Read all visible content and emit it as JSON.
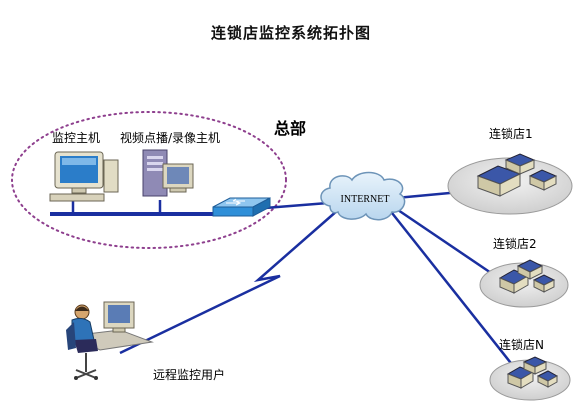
{
  "title": "连锁店监控系统拓扑图",
  "headquarters": {
    "label": "总部",
    "monitor_host": "监控主机",
    "video_host": "视频点播/录像主机"
  },
  "internet": {
    "label": "INTERNET"
  },
  "stores": [
    {
      "label": "连锁店1"
    },
    {
      "label": "连锁店2"
    },
    {
      "label": "连锁店N"
    }
  ],
  "remote_user": {
    "label": "远程监控用户"
  },
  "colors": {
    "link": "#1a2fa0",
    "bus": "#1a2fa0",
    "dotted_boundary": "#8e3f8e",
    "cloud": "#cfe4f5",
    "switch": "#2f8fd8"
  }
}
